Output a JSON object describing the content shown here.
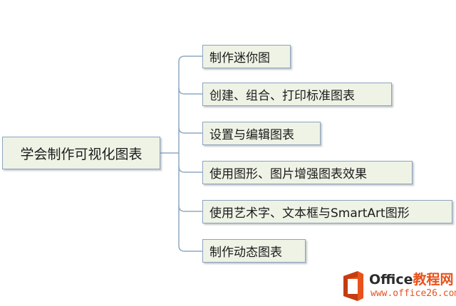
{
  "diagram": {
    "root": {
      "label": "学会制作可视化图表"
    },
    "children": [
      {
        "label": "制作迷你图"
      },
      {
        "label": "创建、组合、打印标准图表"
      },
      {
        "label": "设置与编辑图表"
      },
      {
        "label": "使用图形、图片增强图表效果"
      },
      {
        "label": "使用艺术字、文本框与SmartArt图形"
      },
      {
        "label": "制作动态图表"
      }
    ],
    "connector_color": "#8ea9c4"
  },
  "watermark": {
    "brand_part1": "Office",
    "brand_part2": "教程网",
    "url": "www.office26.com",
    "brand_color": "#e8521b"
  }
}
